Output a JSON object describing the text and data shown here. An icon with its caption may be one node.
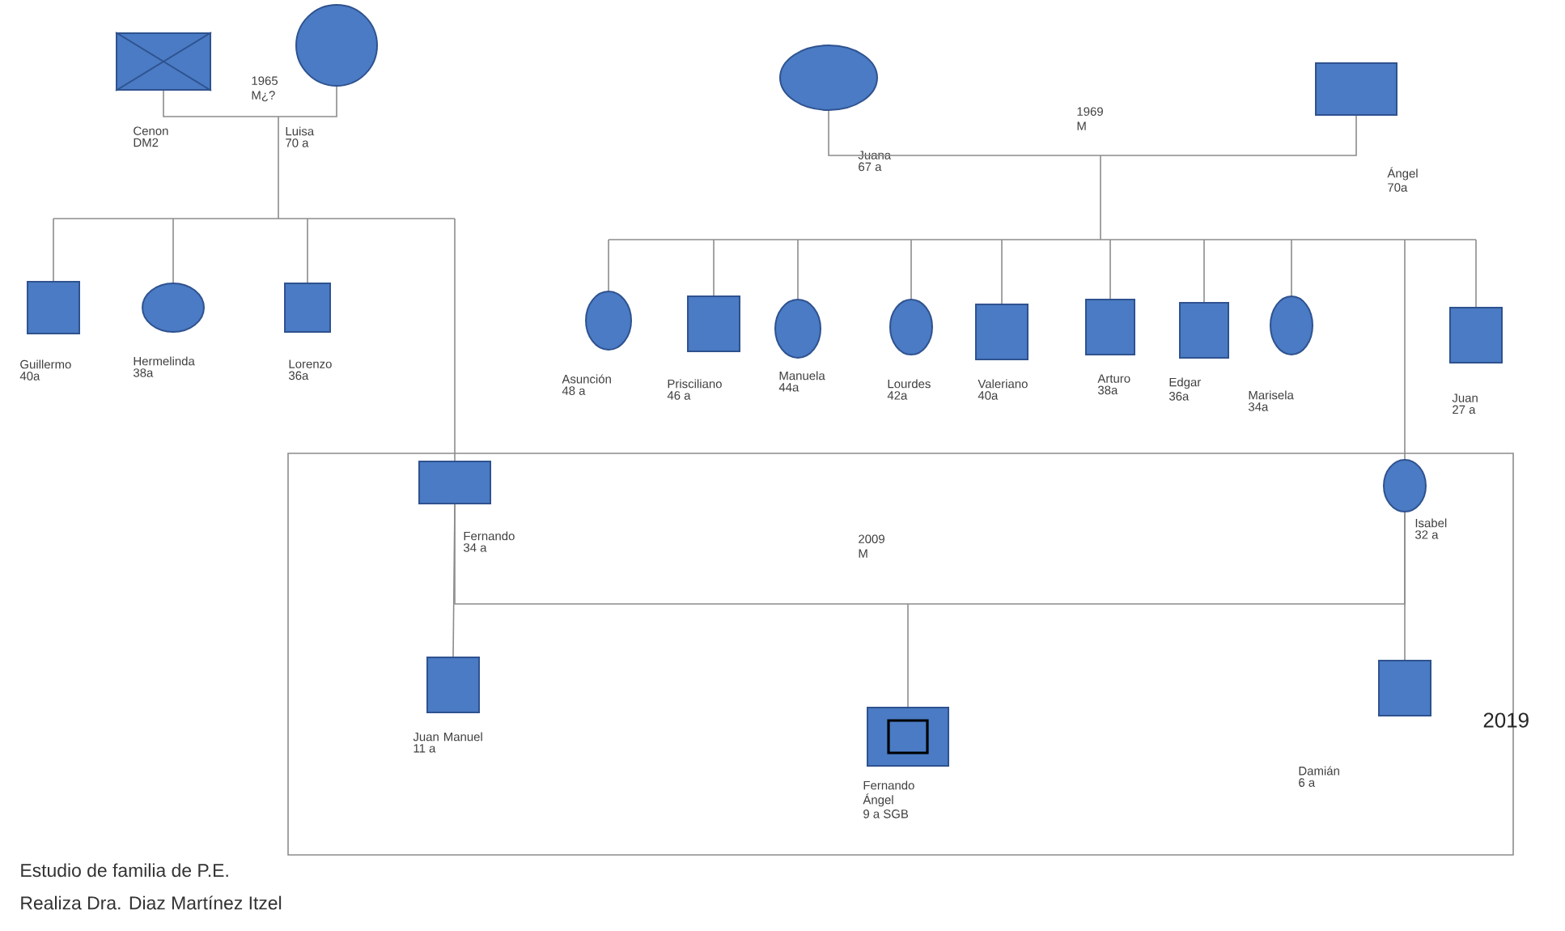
{
  "diagram": {
    "nodes": [
      {
        "text": [],
        "shape": "box",
        "beside": [
          "Cenon",
          "DM2"
        ]
      },
      {
        "text": [],
        "shape": "circle",
        "beside": [
          "Luisa",
          "70 a"
        ]
      },
      {
        "text": [],
        "shape": "box",
        "beside": [
          "Guillermo",
          "40a"
        ]
      },
      {
        "text": [],
        "shape": "ellipse",
        "beside": [
          "Hermelinda",
          "38a"
        ]
      },
      {
        "text": [],
        "shape": "box",
        "beside": [
          "Lorenzo",
          "36a"
        ]
      },
      {
        "text": [],
        "shape": "ellipse",
        "beside": [
          "Juana",
          "67 a"
        ]
      },
      {
        "text": [],
        "shape": "box",
        "beside": [
          "Ángel",
          "70a"
        ]
      },
      {
        "text": [],
        "shape": "ellipse",
        "beside": [
          "Asunción",
          "48 a"
        ]
      },
      {
        "text": [],
        "shape": "box",
        "beside": [
          "Prisciliano",
          "46 a"
        ]
      },
      {
        "text": [],
        "shape": "ellipse",
        "beside": [
          "Manuela",
          "44a"
        ]
      },
      {
        "text": [],
        "shape": "ellipse",
        "beside": [
          "Lourdes",
          "42a"
        ]
      },
      {
        "text": [],
        "shape": "box",
        "beside": [
          "Valeriano",
          "40a"
        ]
      },
      {
        "text": [],
        "shape": "box",
        "beside": [
          "Arturo",
          "38a"
        ]
      },
      {
        "text": [],
        "shape": "box",
        "beside": [
          "Edgar",
          "36a"
        ]
      },
      {
        "text": [],
        "shape": "ellipse",
        "beside": [
          "Marisela",
          "34a"
        ]
      },
      {
        "text": [],
        "shape": "box",
        "beside": [
          "Juan",
          "27 a"
        ]
      },
      {
        "text": [],
        "shape": "box",
        "beside": [
          "2019"
        ]
      },
      {
        "text": [],
        "shape": "box",
        "beside": [
          "Fernando",
          "34 a"
        ],
        "in": 16
      },
      {
        "text": [],
        "shape": "ellipse",
        "beside": [
          "Isabel",
          "32 a"
        ],
        "in": 16
      },
      {
        "text": [],
        "shape": "box",
        "beside": [
          "Juan Manuel",
          "11 a"
        ],
        "in": 16
      },
      {
        "text": [],
        "shape": "box",
        "beside": [
          "Fernando Ángel",
          "9 a SGB"
        ],
        "in": 16
      },
      {
        "text": [],
        "shape": "box",
        "beside": [
          "Damián",
          "6 a"
        ],
        "in": 16
      }
    ],
    "edges": [
      {
        "from": 0,
        "to": 1,
        "arrow": "none",
        "label": "1965 M¿?"
      },
      {
        "from": null,
        "to": 2,
        "arrow": "none"
      },
      {
        "from": null,
        "to": 3,
        "arrow": "none"
      },
      {
        "from": null,
        "to": 4,
        "arrow": "none"
      },
      {
        "from": null,
        "to": 17,
        "arrow": "none"
      },
      {
        "from": 5,
        "to": 6,
        "arrow": "none",
        "label": "1969 M"
      },
      {
        "from": null,
        "to": 7,
        "arrow": "none"
      },
      {
        "from": null,
        "to": 8,
        "arrow": "none"
      },
      {
        "from": null,
        "to": 9,
        "arrow": "none"
      },
      {
        "from": null,
        "to": 10,
        "arrow": "none"
      },
      {
        "from": null,
        "to": 11,
        "arrow": "none"
      },
      {
        "from": null,
        "to": 12,
        "arrow": "none"
      },
      {
        "from": null,
        "to": 13,
        "arrow": "none"
      },
      {
        "from": null,
        "to": 14,
        "arrow": "none"
      },
      {
        "from": null,
        "to": 15,
        "arrow": "none"
      },
      {
        "from": null,
        "to": 18,
        "arrow": "none"
      },
      {
        "from": 17,
        "to": 18,
        "arrow": "none",
        "label": "2009 M"
      },
      {
        "from": 17,
        "to": 19,
        "arrow": "none"
      },
      {
        "from": 18,
        "to": 21,
        "arrow": "none"
      },
      {
        "from": null,
        "to": 20,
        "arrow": "none"
      }
    ],
    "labels": [
      "Estudio de familia de P.E.",
      "Realiza Dra. Diaz Martínez Itzel"
    ]
  }
}
